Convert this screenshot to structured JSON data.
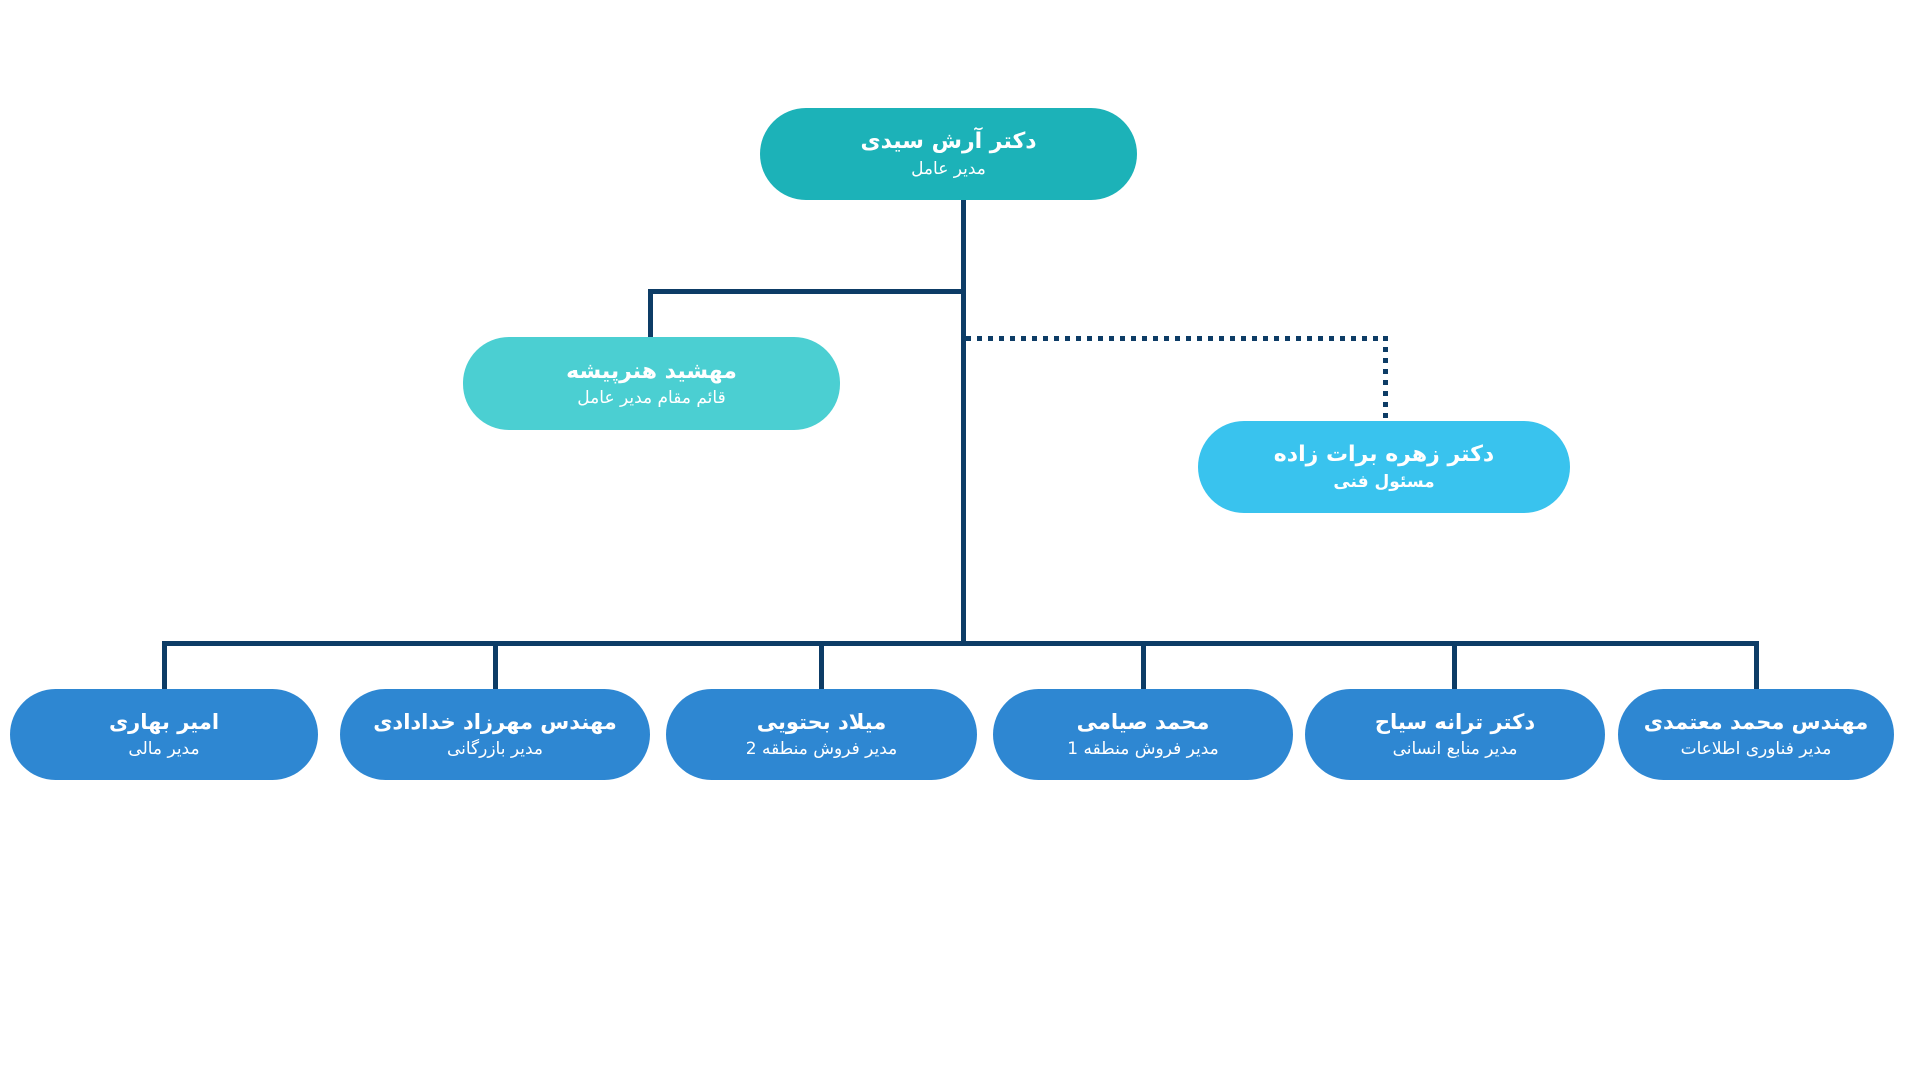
{
  "org_chart": {
    "ceo": {
      "name": "دکتر آرش سیدی",
      "title": "مدیر عامل"
    },
    "deputy": {
      "name": "مهشید هنرپیشه",
      "title": "قائم مقام مدیر عامل"
    },
    "technical_officer": {
      "name": "دکتر زهره برات زاده",
      "title": "مسئول فنی"
    },
    "managers": [
      {
        "name": "امیر بهاری",
        "title": "مدیر مالی"
      },
      {
        "name": "مهندس مهرزاد خدادادی",
        "title": "مدیر بازرگانی"
      },
      {
        "name": "میلاد بحتویی",
        "title": "مدیر فروش منطقه 2"
      },
      {
        "name": "محمد صیامی",
        "title": "مدیر فروش منطقه 1"
      },
      {
        "name": "دکتر ترانه سیاح",
        "title": "مدیر منابع انسانی"
      },
      {
        "name": "مهندس محمد معتمدی",
        "title": "مدیر فناوری اطلاعات"
      }
    ],
    "colors": {
      "ceo_box": "#1cb2b8",
      "deputy_box": "#4bcfd2",
      "technical_box": "#39c3ee",
      "manager_box": "#2e87d2",
      "connector": "#0d3c66"
    }
  }
}
